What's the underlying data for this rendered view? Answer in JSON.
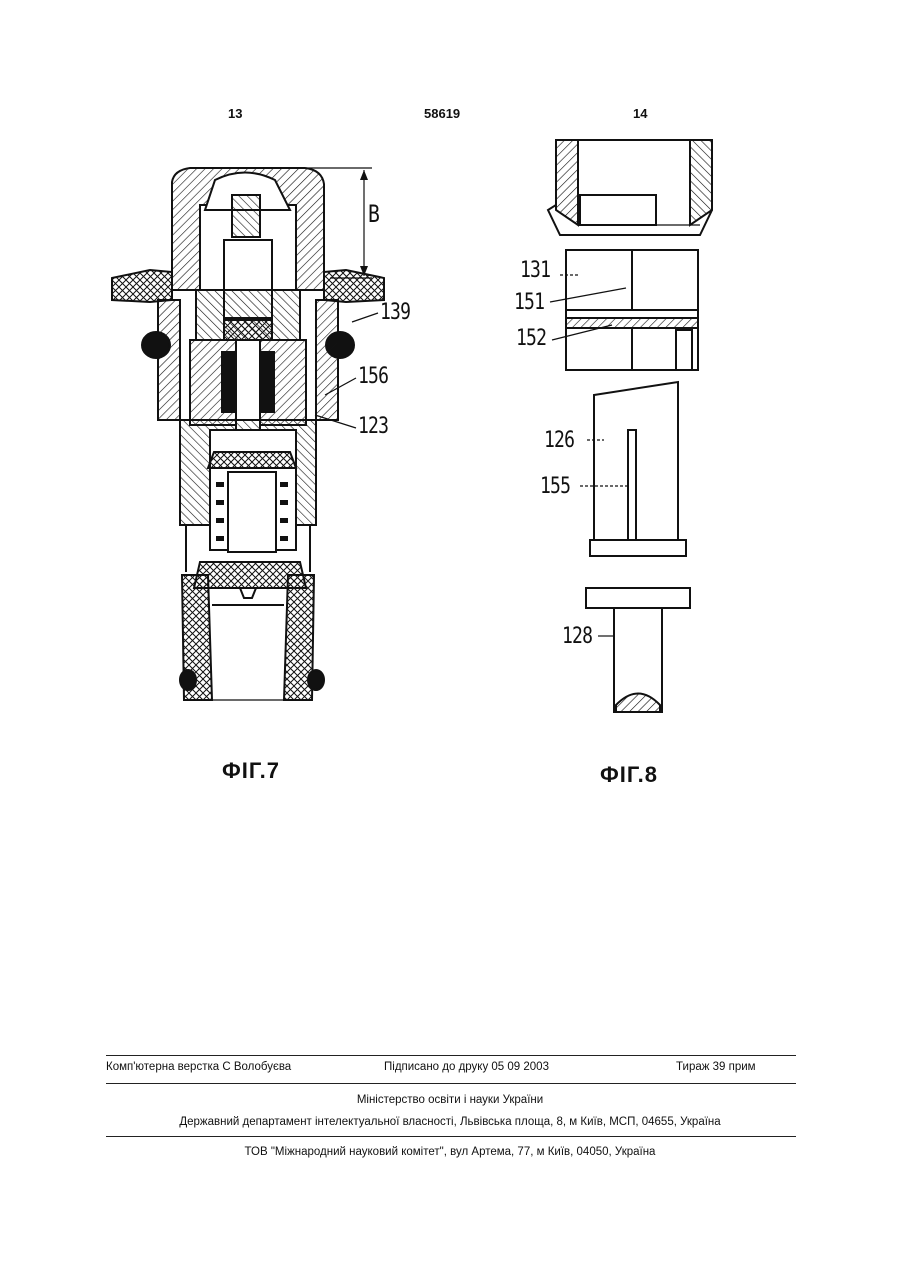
{
  "header": {
    "page_left": "13",
    "patent_number": "58619",
    "page_right": "14"
  },
  "fig7": {
    "dimension_label": "B",
    "callouts": [
      "139",
      "156",
      "123"
    ],
    "caption": "ФІГ.7"
  },
  "fig8": {
    "callouts": [
      "131",
      "151",
      "152",
      "126",
      "155",
      "128"
    ],
    "caption": "ФІГ.8"
  },
  "footer": {
    "layout": "Комп'ютерна верстка С  Волобуєва",
    "signed": "Підписано до друку 05 09 2003",
    "circulation": "Тираж 39 прим",
    "ministry": "Міністерство освіти і науки України",
    "department": "Державний департамент інтелектуальної власності, Львівська площа, 8, м  Київ, МСП, 04655, Україна",
    "printer": "ТОВ \"Міжнародний науковий комітет\", вул  Артема, 77, м  Київ, 04050, Україна"
  }
}
